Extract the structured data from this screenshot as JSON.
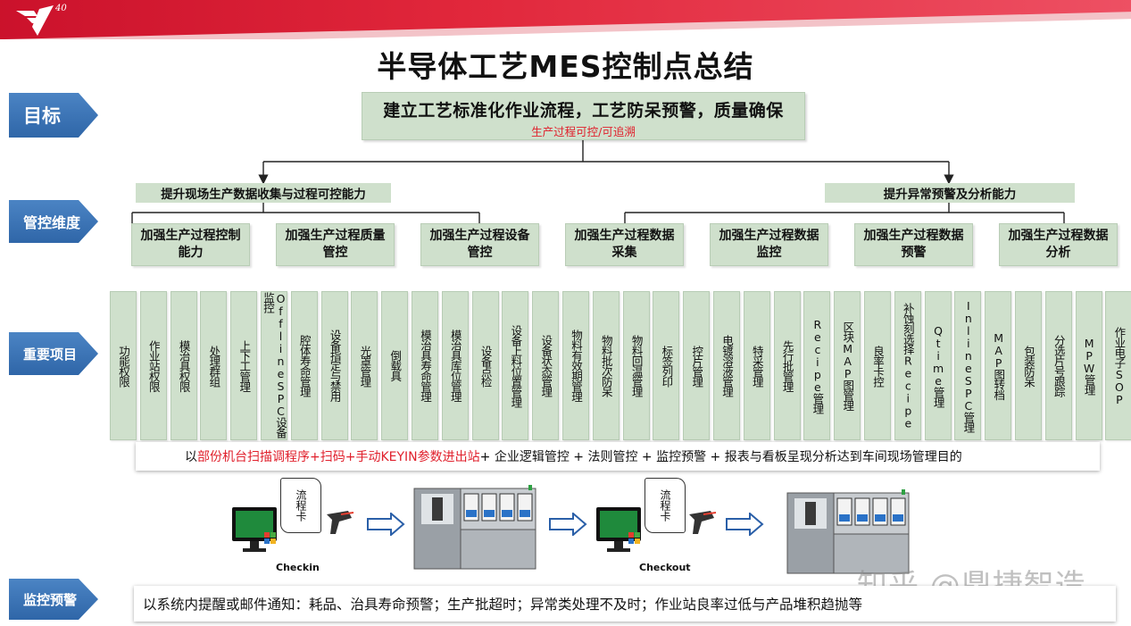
{
  "title": "半导体工艺MES控制点总结",
  "tags": {
    "goal": "目标",
    "dimension": "管控维度",
    "items": "重要项目",
    "monitor": "监控预警"
  },
  "goal": {
    "main": "建立工艺标准化作业流程，工艺防呆预警，质量确保",
    "sub": "生产过程可控/可追溯",
    "sub_color": "#e0202c"
  },
  "capabilities": [
    "提升现场生产数据收集与过程可控能力",
    "提升异常预警及分析能力"
  ],
  "dimensions": [
    "加强生产过程控制能力",
    "加强生产过程质量管控",
    "加强生产过程设备管控",
    "加强生产过程数据采集",
    "加强生产过程数据监控",
    "加强生产过程数据预警",
    "加强生产过程数据分析"
  ],
  "items": [
    "功能权限",
    "作业站权限",
    "模治具权限",
    "处理群组",
    "上下工管理",
    "OfflineSPC设备监控",
    "腔体寿命管理",
    "设备指定与禁用",
    "光罩管理",
    "倒载具",
    "模治具寿命管理",
    "模治具库位管理",
    "设备点检",
    "设备上料位置管理",
    "设备状态管理",
    "物料有效期管理",
    "物料批次防呆",
    "物料回温管理",
    "标签列印",
    "控片管理",
    "电镀溶液管理",
    "特采管理",
    "先行批管理",
    "Recipe管理",
    "区块MAP图管理",
    "良率卡控",
    "补蚀刻选择Recipe",
    "Qtime管理",
    "InlineSPC管理",
    "MAP图转档",
    "包装防呆",
    "分选片号跟踪",
    "MPW管理",
    "作业电子SOP"
  ],
  "method": {
    "prefix": "以",
    "highlight": "部份机台扫描调程序+扫码+手动KEYIN参数进出站",
    "suffix": " + 企业逻辑管控 + 法则管控 + 监控预警 + 报表与看板呈现分析达到车间现场管理目的",
    "highlight_color": "#e0202c"
  },
  "flow": {
    "card_text": "流程卡",
    "checkin": "Checkin",
    "checkout": "Checkout"
  },
  "watermark": "知乎 @鼎捷智造",
  "alert": "以系统内提醒或邮件通知：耗品、治具寿命预警；生产批超时；异常类处理不及时；作业站良率过低与产品堆积趋抛等",
  "colors": {
    "box_green": "#cfe0cc",
    "tag_blue": "#2f66a8",
    "banner_red": "#d4192f"
  },
  "icons": [
    "logo-icon",
    "computer-monitor-icon",
    "barcode-scanner-icon",
    "right-arrow-icon",
    "production-machine-icon"
  ]
}
